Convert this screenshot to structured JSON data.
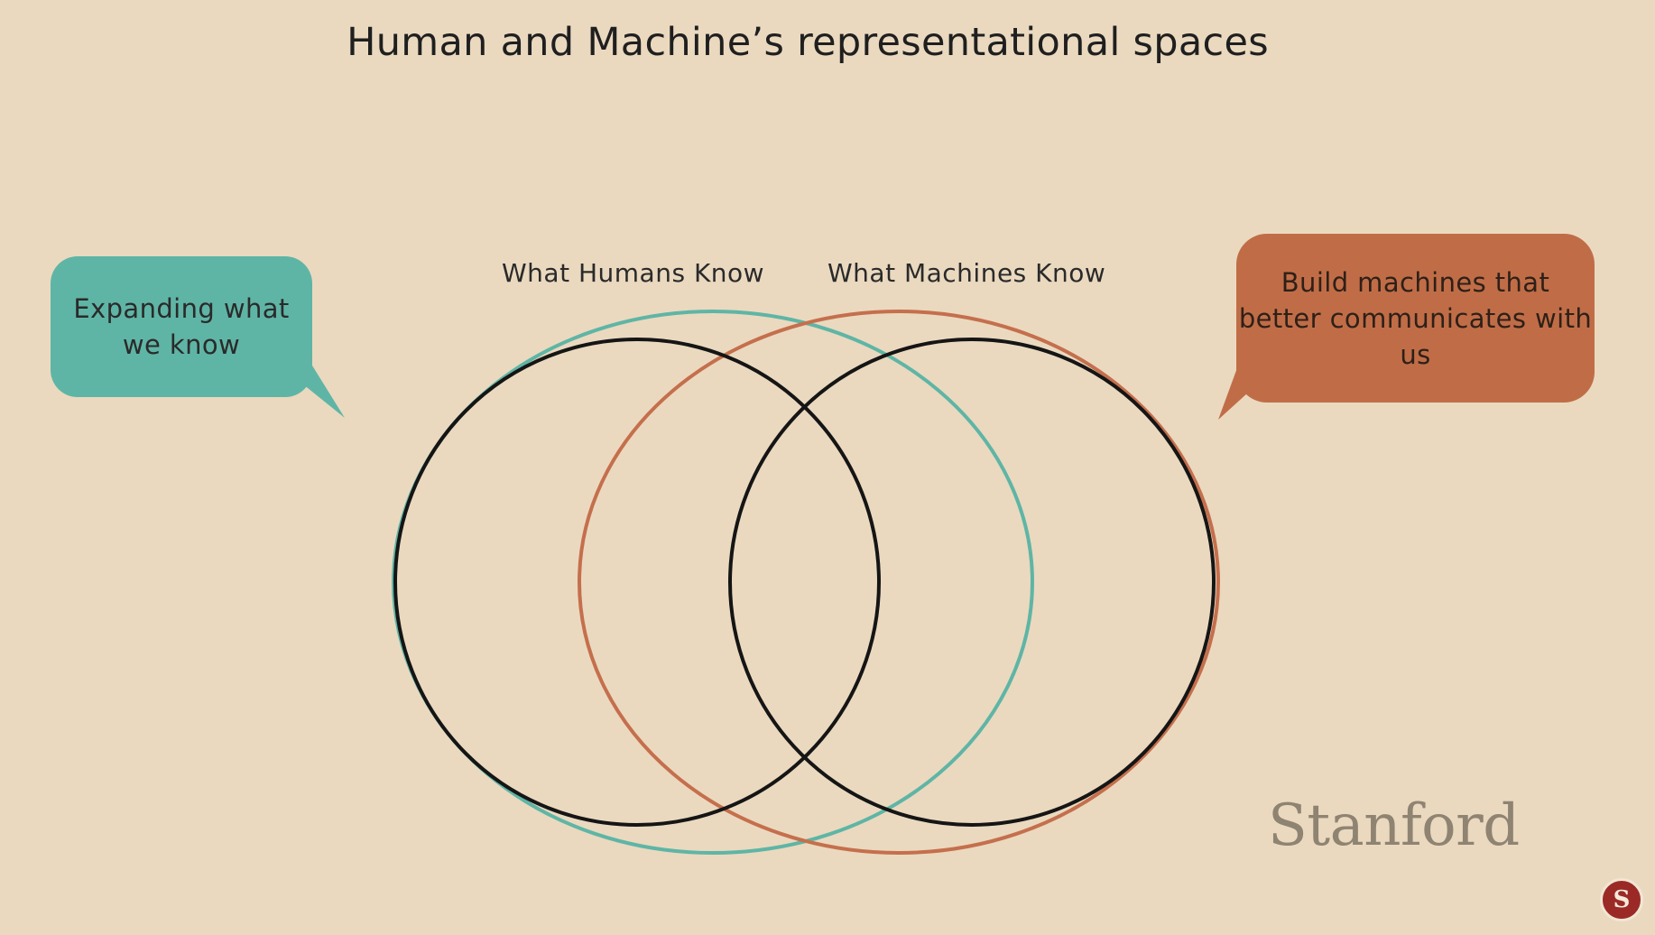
{
  "title": "Human and Machine’s representational spaces",
  "venn": {
    "humans_label": "What Humans Know",
    "machines_label": "What Machines Know",
    "colors": {
      "humans": "#5fb5a5",
      "machines": "#c56f4d",
      "inner": "#151515"
    }
  },
  "callouts": {
    "left_text": "Expanding what we know",
    "left_color": "#5fb5a5",
    "right_text": "Build machines that better communicates with us",
    "right_color": "#c06d47"
  },
  "branding": {
    "logo_text": "Stanford",
    "seal_icon": "stanford-online-seal-icon",
    "seal_letter": "S"
  }
}
